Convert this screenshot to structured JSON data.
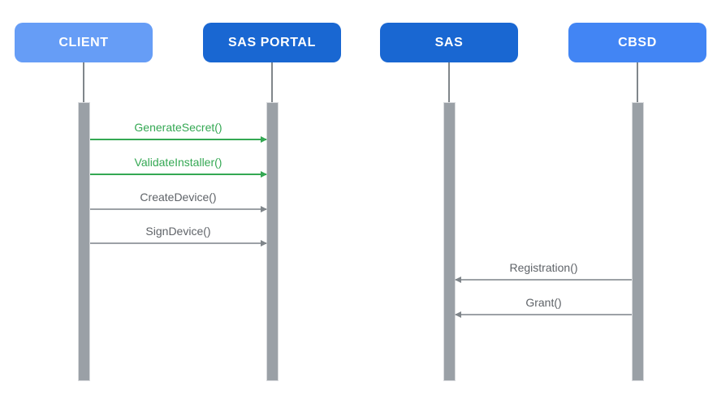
{
  "diagram": {
    "type": "sequence-diagram",
    "actors": [
      {
        "id": "client",
        "label": "CLIENT",
        "color": "#669DF6"
      },
      {
        "id": "sas-portal",
        "label": "SAS PORTAL",
        "color": "#1967D2"
      },
      {
        "id": "sas",
        "label": "SAS",
        "color": "#1967D2"
      },
      {
        "id": "cbsd",
        "label": "CBSD",
        "color": "#4285F4"
      }
    ],
    "messages": [
      {
        "label": "GenerateSecret()",
        "from": "CLIENT",
        "to": "SAS PORTAL",
        "direction": "right",
        "style": "green"
      },
      {
        "label": "ValidateInstaller()",
        "from": "CLIENT",
        "to": "SAS PORTAL",
        "direction": "right",
        "style": "green"
      },
      {
        "label": "CreateDevice()",
        "from": "CLIENT",
        "to": "SAS PORTAL",
        "direction": "right",
        "style": "gray"
      },
      {
        "label": "SignDevice()",
        "from": "CLIENT",
        "to": "SAS PORTAL",
        "direction": "right",
        "style": "gray"
      },
      {
        "label": "Registration()",
        "from": "CBSD",
        "to": "SAS",
        "direction": "left",
        "style": "gray"
      },
      {
        "label": "Grant()",
        "from": "CBSD",
        "to": "SAS",
        "direction": "left",
        "style": "gray"
      }
    ]
  },
  "palette": {
    "green": "#34A853",
    "gray_text": "#5F6368",
    "gray_line": "#9CA1A6",
    "arrow_head": "#80868B",
    "bar_fill": "#9AA0A6",
    "bar_border": "#D8DADD",
    "lifeline": "#80868B",
    "label_text": "#FFFFFF"
  }
}
